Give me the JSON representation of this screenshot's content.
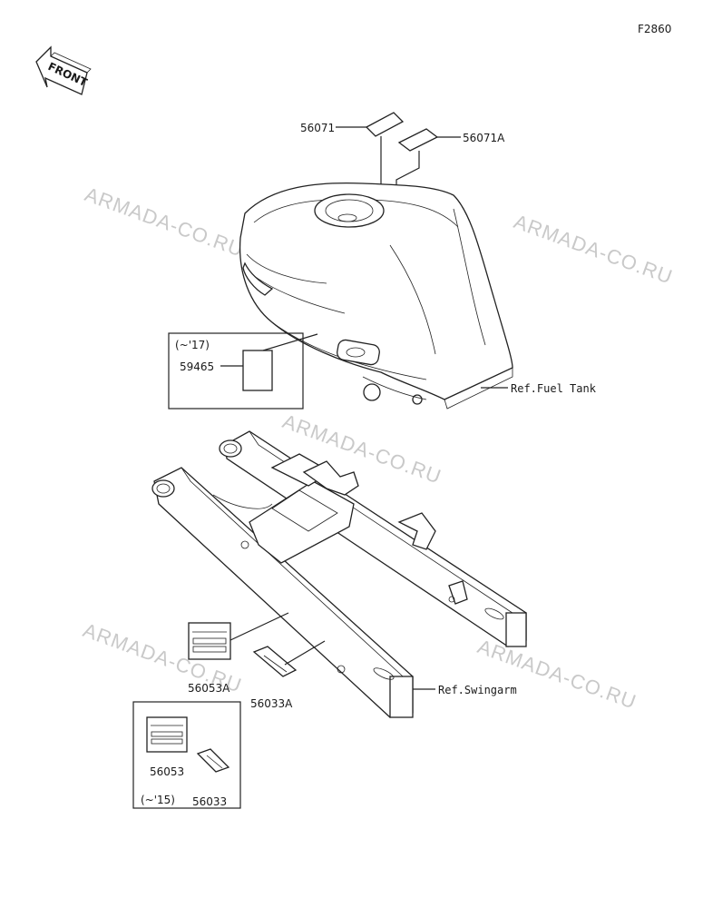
{
  "diagram_code": "F2860",
  "front_label": "FRONT",
  "watermark": "ARMADA-CO.RU",
  "parts": {
    "p56071": "56071",
    "p56071A": "56071A",
    "p59465": "59465",
    "p56053A": "56053A",
    "p56033A": "56033A",
    "p56053": "56053",
    "p56033": "56033"
  },
  "notes": {
    "year_17": "(~'17)",
    "year_15": "(~'15)"
  },
  "refs": {
    "fuel_tank": "Ref.Fuel Tank",
    "swingarm": "Ref.Swingarm"
  }
}
